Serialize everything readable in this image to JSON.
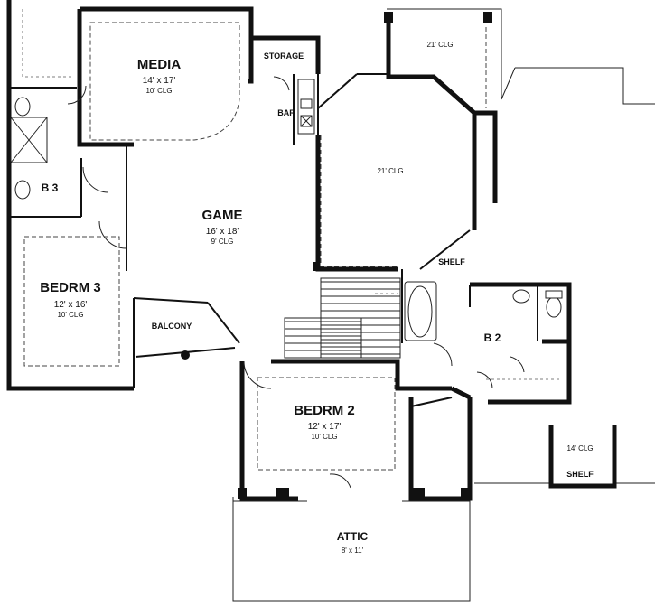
{
  "rooms": {
    "media": {
      "name": "MEDIA",
      "size": "14' x 17'",
      "ceiling": "10' CLG"
    },
    "storage": {
      "name": "STORAGE"
    },
    "bar": {
      "name": "BAR"
    },
    "clg_21_top": {
      "ceiling": "21' CLG"
    },
    "clg_21_mid": {
      "ceiling": "21' CLG"
    },
    "bath3": {
      "name": "B 3"
    },
    "game": {
      "name": "GAME",
      "size": "16' x 18'",
      "ceiling": "9' CLG"
    },
    "shelf_upper": {
      "name": "SHELF"
    },
    "bedrm3": {
      "name": "BEDRM 3",
      "size": "12' x 16'",
      "ceiling": "10' CLG"
    },
    "balcony": {
      "name": "BALCONY"
    },
    "bath2": {
      "name": "B 2"
    },
    "bedrm2": {
      "name": "BEDRM 2",
      "size": "12' x 17'",
      "ceiling": "10' CLG"
    },
    "clg_14": {
      "ceiling": "14' CLG"
    },
    "shelf_lower": {
      "name": "SHELF"
    },
    "attic": {
      "name": "ATTIC",
      "size": "8' x 11'"
    }
  }
}
